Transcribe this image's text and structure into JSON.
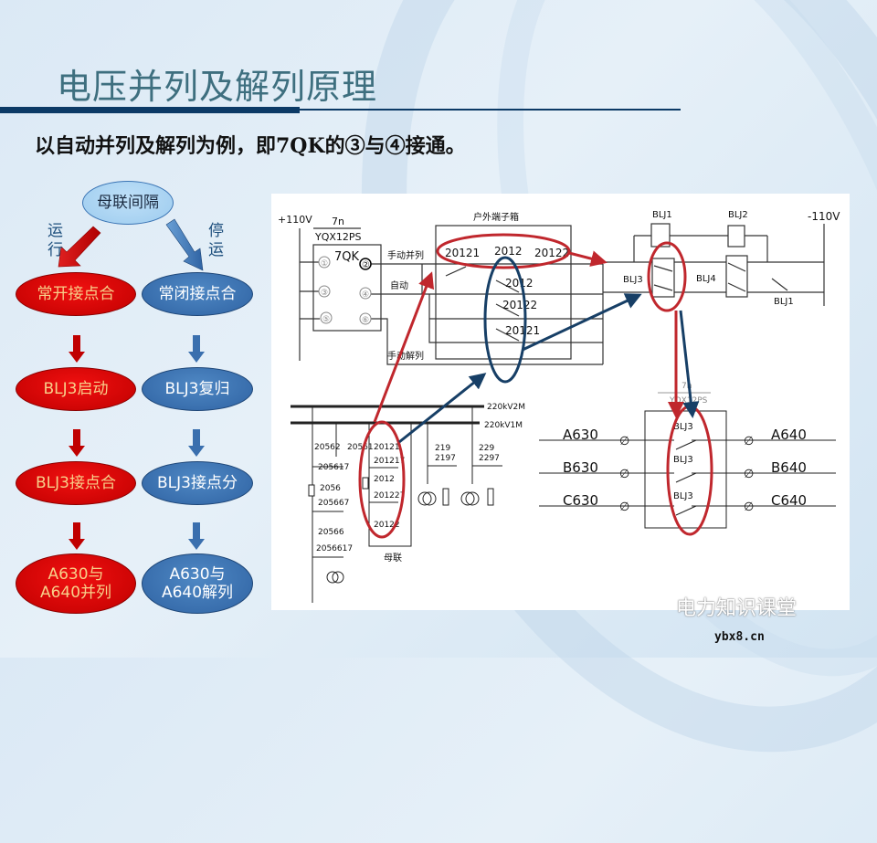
{
  "slide": {
    "title": "电压并列及解列原理",
    "subtitle": "以自动并列及解列为例，即7QK的③与④接通。"
  },
  "flowchart": {
    "root": "母联间隔",
    "left_branch_label": "运行",
    "right_branch_label": "停运",
    "left": [
      "常开接点合",
      "BLJ3启动",
      "BLJ3接点合",
      "A630与A640并列"
    ],
    "right": [
      "常闭接点合",
      "BLJ3复归",
      "BLJ3接点分",
      "A630与A640解列"
    ],
    "colors": {
      "left": "#d40000",
      "right": "#3a6fae",
      "root": "#aed6f4"
    }
  },
  "control_circuit": {
    "positive_bus": "+110V",
    "negative_bus": "-110V",
    "device_top": "7n",
    "device_model": "YQX12PS",
    "switch": "7QK",
    "terminals": [
      "①",
      "②",
      "③",
      "④",
      "⑤",
      "⑥"
    ],
    "modes": [
      "手动并列",
      "自动",
      "手动解列"
    ],
    "terminal_box": "户外端子箱",
    "row_contacts": [
      "20121",
      "2012",
      "20122"
    ],
    "column_contacts": [
      "2012",
      "20122",
      "20121"
    ],
    "relays": [
      "BLJ1",
      "BLJ2",
      "BLJ3",
      "BLJ4",
      "BLJ1"
    ]
  },
  "primary": {
    "buses": [
      "220kV2M",
      "220kV1M"
    ],
    "line_2056": [
      "20562",
      "20561",
      "205617",
      "2056",
      "205667",
      "20566",
      "2056617"
    ],
    "bus_coupler": [
      "20121",
      "201217",
      "2012",
      "201227",
      "20122"
    ],
    "bus_coupler_label": "母联",
    "pt1": [
      "219",
      "2197"
    ],
    "pt2": [
      "229",
      "2297"
    ]
  },
  "voltage_switch": {
    "device_top": "7n",
    "device_model": "YQX12PS",
    "rows": [
      {
        "in": "A630",
        "contact": "BLJ3",
        "out": "A640"
      },
      {
        "in": "B630",
        "contact": "BLJ3",
        "out": "B640"
      },
      {
        "in": "C630",
        "contact": "BLJ3",
        "out": "C640"
      }
    ]
  },
  "watermark": {
    "name": "电力知识课堂",
    "site": "ybx8.cn"
  },
  "highlight_colors": {
    "red": "#c0272d",
    "blue": "#173f66"
  }
}
